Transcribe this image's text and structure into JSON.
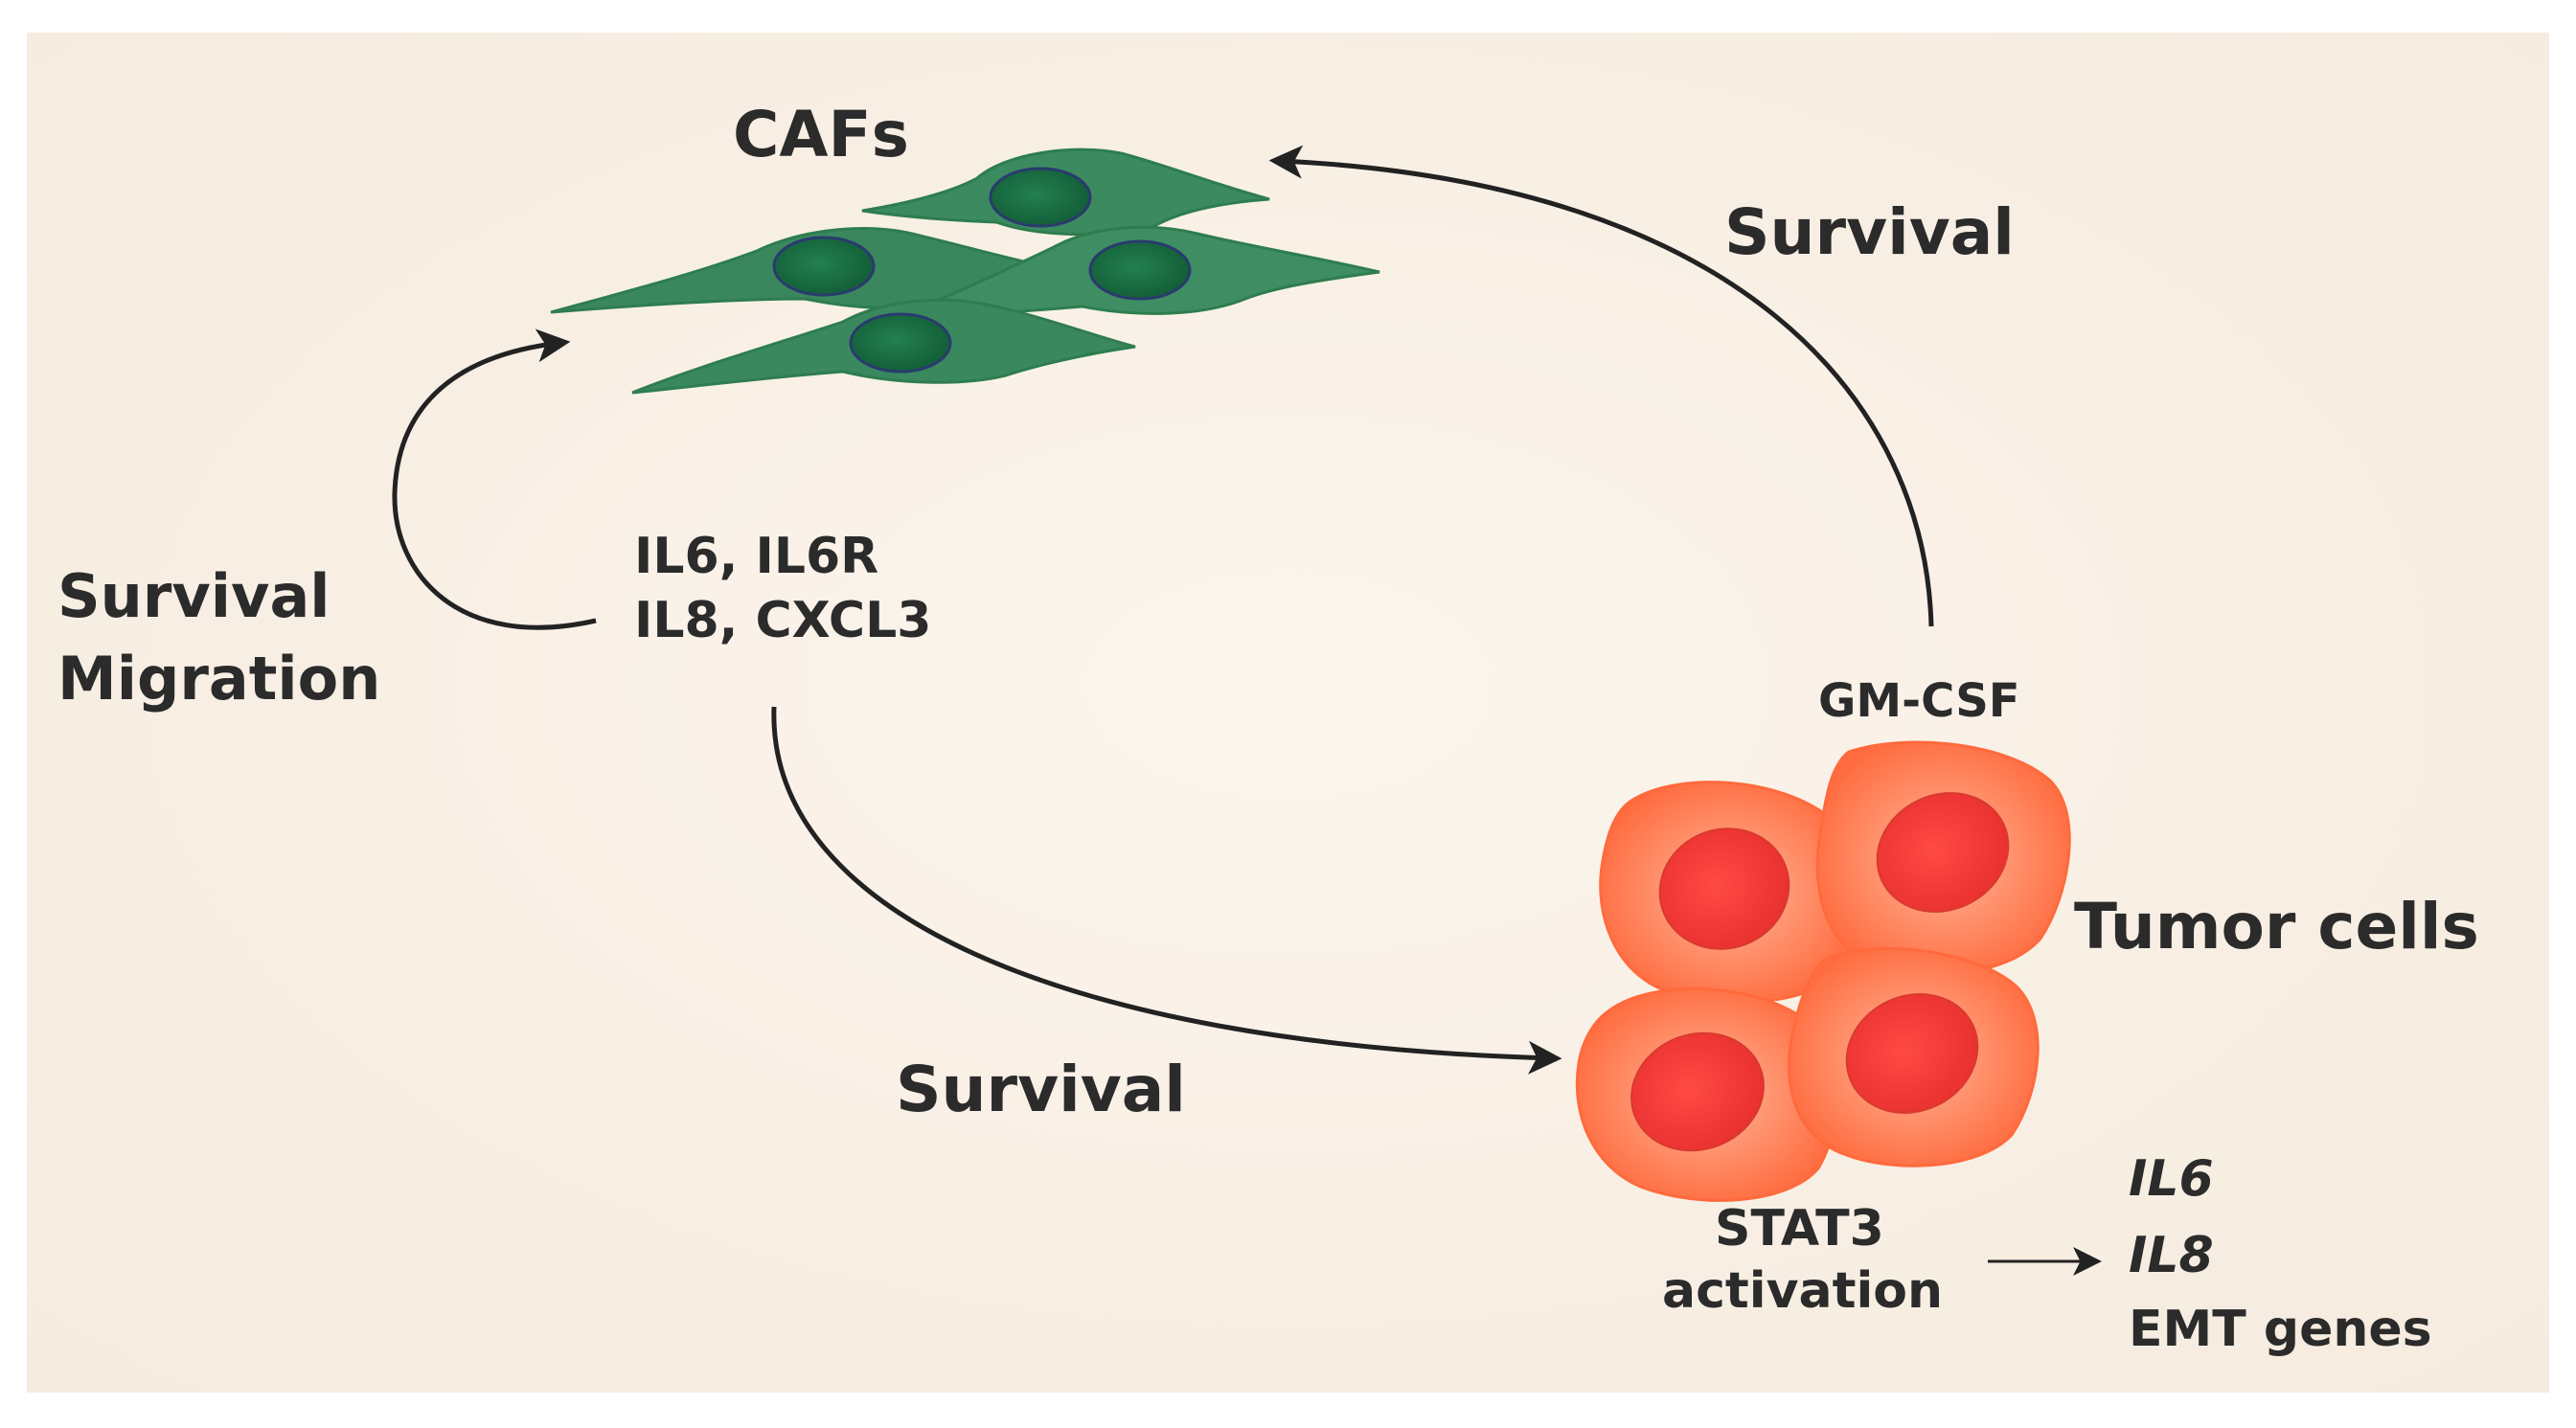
{
  "labels": {
    "cafs": "CAFs",
    "survival_top": "Survival",
    "survival_left": "Survival",
    "migration_left": "Migration",
    "cytokines_line1": "IL6, IL6R",
    "cytokines_line2": "IL8, CXCL3",
    "gm_csf": "GM-CSF",
    "tumor_cells": "Tumor cells",
    "survival_bottom": "Survival",
    "stat3_line1": "STAT3",
    "stat3_line2": "activation",
    "gene_il6": "IL6",
    "gene_il8": "IL8",
    "gene_emt": "EMT genes"
  },
  "colors": {
    "background_panel": "#f8efe4",
    "caf_green": "#2e7d4f",
    "caf_nucleus": "#1f6b45",
    "tumor_outer": "#ff7a55",
    "tumor_nucleus": "#f2403c",
    "arrow": "#222222",
    "text": "#2b2b2b"
  }
}
